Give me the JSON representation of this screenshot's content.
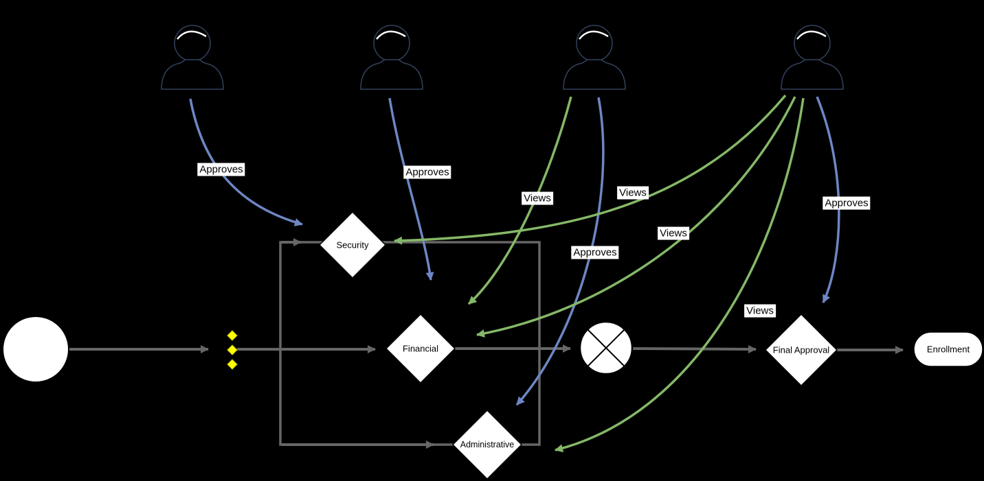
{
  "canvas": {
    "background": "#000000"
  },
  "palette": {
    "approves_edge_color": "#6d87c4",
    "views_edge_color": "#85b868",
    "flow_edge_color": "#666666",
    "shape_fill": "#ffffff",
    "shape_stroke": "#000000",
    "fork_marker_color": "#ffff00",
    "label_background": "#ffffff",
    "label_text": "#000000"
  },
  "actors": [
    {
      "id": "actor-1"
    },
    {
      "id": "actor-2"
    },
    {
      "id": "actor-3"
    },
    {
      "id": "actor-4"
    }
  ],
  "nodes": {
    "start": {
      "type": "start-event"
    },
    "fork_dots": {
      "type": "fork-marker"
    },
    "security": {
      "label": "Security",
      "type": "decision"
    },
    "financial": {
      "label": "Financial",
      "type": "decision"
    },
    "administrative": {
      "label": "Administrative",
      "type": "decision"
    },
    "merge_gateway": {
      "type": "x-gateway"
    },
    "final_approval": {
      "label": "Final Approval",
      "type": "decision"
    },
    "enrollment": {
      "label": "Enrollment",
      "type": "end"
    }
  },
  "edges": [
    {
      "from": "actor-1",
      "to": "security",
      "label": "Approves",
      "type": "approves"
    },
    {
      "from": "actor-2",
      "to": "financial",
      "label": "Approves",
      "type": "approves"
    },
    {
      "from": "actor-3",
      "to": "financial",
      "label": "Views",
      "type": "views"
    },
    {
      "from": "actor-3",
      "to": "administrative",
      "label": "Approves",
      "type": "approves"
    },
    {
      "from": "actor-4",
      "to": "security",
      "label": "Views",
      "type": "views"
    },
    {
      "from": "actor-4",
      "to": "financial",
      "label": "Views",
      "type": "views"
    },
    {
      "from": "actor-4",
      "to": "administrative",
      "label": "Views",
      "type": "views"
    },
    {
      "from": "actor-4",
      "to": "final_approval",
      "label": "Approves",
      "type": "approves"
    }
  ]
}
